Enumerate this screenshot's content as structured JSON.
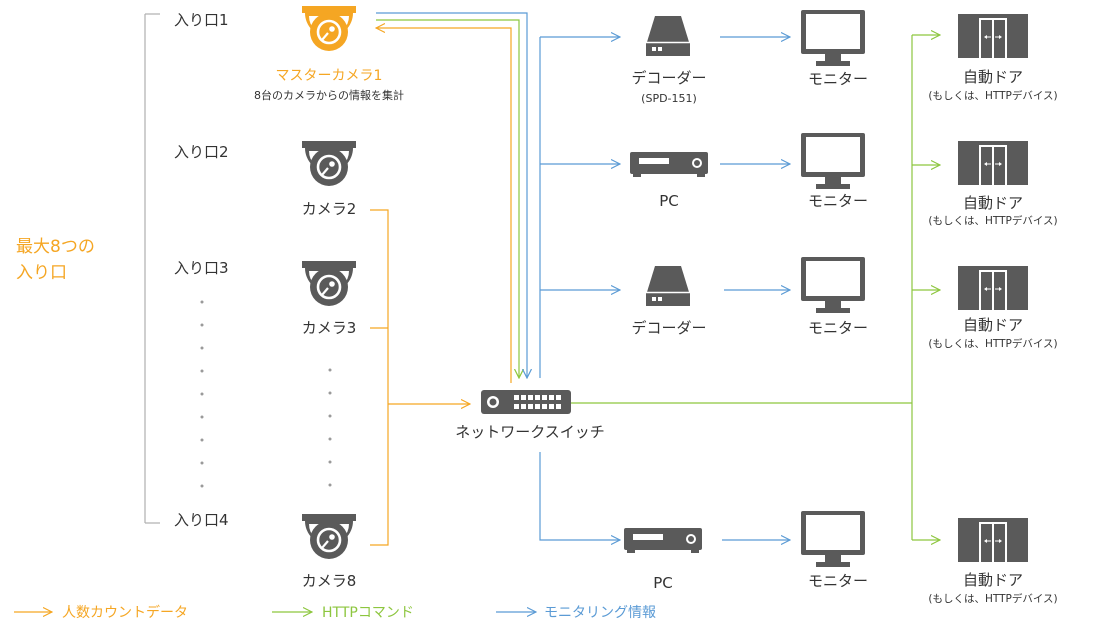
{
  "colors": {
    "orange": "#F5A623",
    "green": "#8DC63F",
    "blue": "#5B9BD5",
    "gray": "#5A5A5A",
    "bracket": "#AFAFAF",
    "text": "#333333"
  },
  "side_label": {
    "line1": "最大8つの",
    "line2": "入り口"
  },
  "entrances": [
    "入り口1",
    "入り口2",
    "入り口3",
    "入り口4"
  ],
  "cameras": {
    "master_name": "マスターカメラ1",
    "master_desc": "8台のカメラからの情報を集計",
    "cam2": "カメラ2",
    "cam3": "カメラ3",
    "cam8": "カメラ8",
    "icons": [
      "master-camera-icon",
      "camera-icon",
      "camera-icon",
      "camera-icon"
    ]
  },
  "switch": {
    "label": "ネットワークスイッチ",
    "icon": "network-switch-icon"
  },
  "devices": {
    "decoder1": "デコーダー",
    "decoder1_model": "(SPD-151)",
    "pc1": "PC",
    "decoder2": "デコーダー",
    "pc2": "PC"
  },
  "monitors": [
    "モニター",
    "モニター",
    "モニター",
    "モニター"
  ],
  "doors": {
    "name": "自動ドア",
    "sub": "(もしくは、HTTPデバイス)",
    "icon": "automatic-door-icon"
  },
  "legend": {
    "people_count": "人数カウントデータ",
    "http": "HTTPコマンド",
    "monitoring": "モニタリング情報"
  }
}
